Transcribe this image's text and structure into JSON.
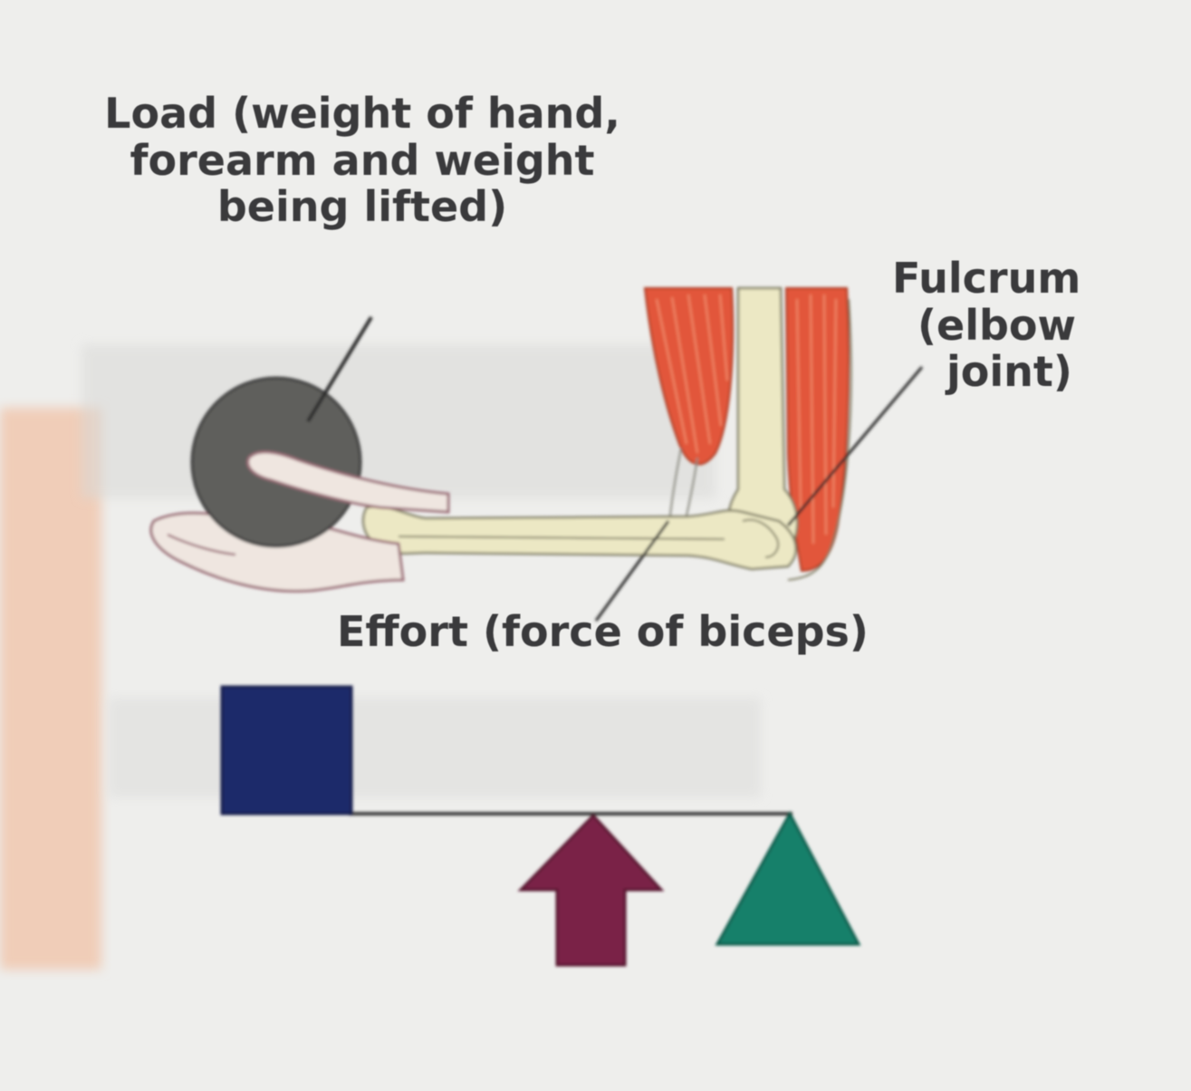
{
  "labels": {
    "load": [
      "Load (weight of hand,",
      "forearm and weight",
      "being lifted)"
    ],
    "fulcrum": [
      "Fulcrum",
      "(elbow",
      "joint)"
    ],
    "effort": "Effort (force of biceps)"
  },
  "colors": {
    "page": "#eeeeec",
    "side_band": "#f0cdb8",
    "muscle": "#e2573a",
    "bone": "#ece8c4",
    "load_disk": "#5e5e5c",
    "load_block": "#1f2a6b",
    "effort_arrow": "#7a2447",
    "fulcrum_triangle": "#15806a",
    "text": "#3a3a3c"
  }
}
